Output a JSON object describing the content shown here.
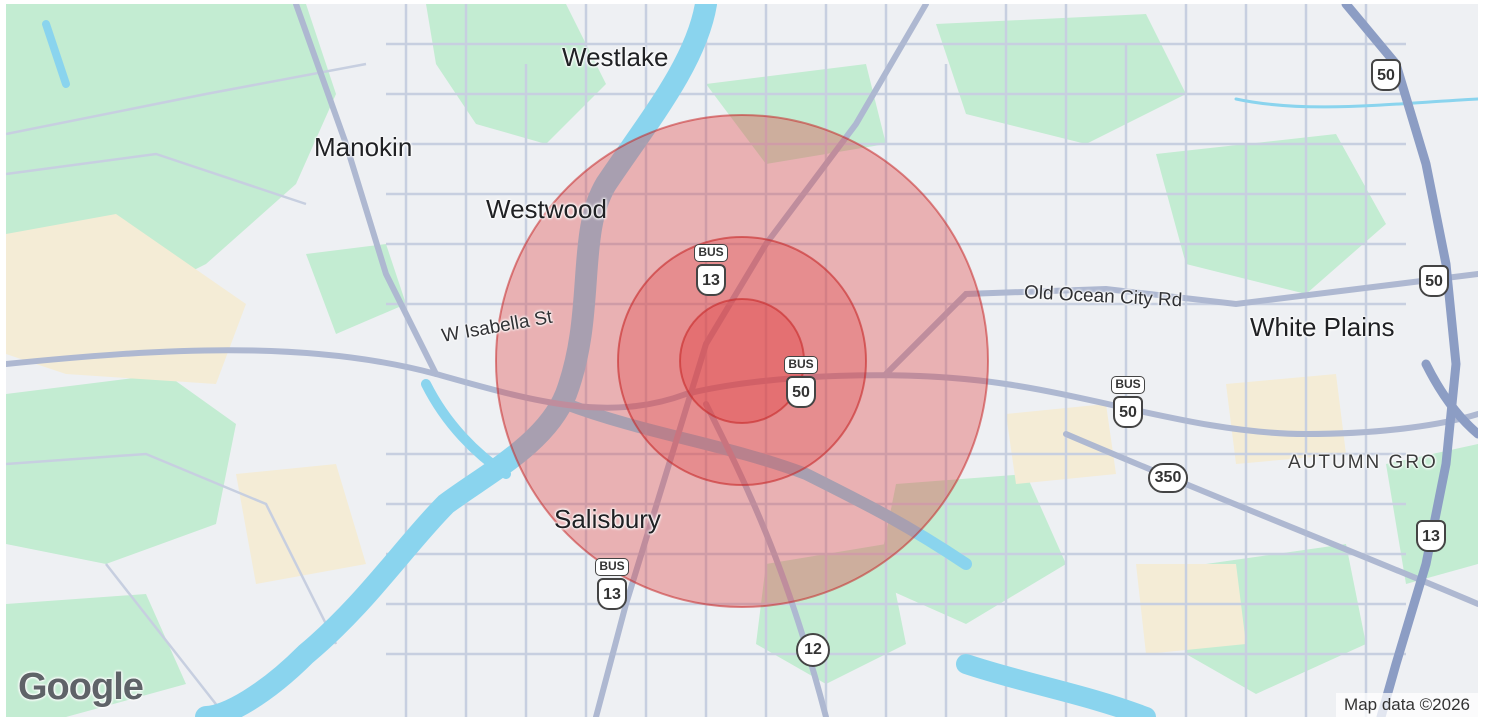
{
  "map": {
    "places": {
      "westlake": "Westlake",
      "manokin": "Manokin",
      "westwood": "Westwood",
      "salisbury": "Salisbury",
      "white_plains": "White Plains",
      "autumn_grove": "AUTUMN GRO"
    },
    "roads": {
      "w_isabella": "W Isabella St",
      "old_ocean_city": "Old Ocean City Rd"
    },
    "shields": {
      "us50_top": "50",
      "us50_right": "50",
      "bus_label": "BUS",
      "bus13_north": "13",
      "bus50_center": "50",
      "bus50_east": "50",
      "bus13_south": "13",
      "us13_right": "13",
      "md350": "350",
      "md12": "12"
    },
    "logo_text": "Google",
    "attribution": "Map data ©2026",
    "colors": {
      "water": "#8ad4ee",
      "park": "#c3ecd2",
      "sand": "#f4ecd6",
      "road": "#c7cfe0",
      "highway": "#8c9dc4",
      "radius_fill": "#e03b3b",
      "radius_stroke": "#c62828"
    }
  }
}
